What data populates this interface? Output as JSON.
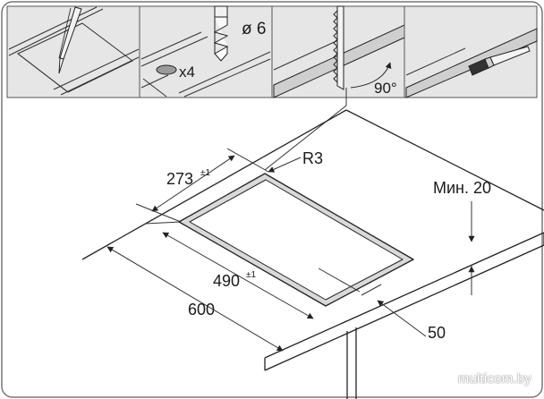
{
  "steps": {
    "drill_size": "ø 6",
    "hole_count": "x4",
    "cut_angle": "90°"
  },
  "dimensions": {
    "cutout_depth": "273",
    "cutout_depth_tol": "±1",
    "cutout_width": "490",
    "cutout_width_tol": "±1",
    "countertop_width": "600",
    "corner_radius": "R3",
    "front_margin": "50",
    "min_thickness": "Мин. 20"
  },
  "watermark": "multicom.by",
  "colors": {
    "panel_bg": "#e6e6e6",
    "frame": "#777777",
    "line": "#222222",
    "cut_edge": "#d9d9d9"
  }
}
